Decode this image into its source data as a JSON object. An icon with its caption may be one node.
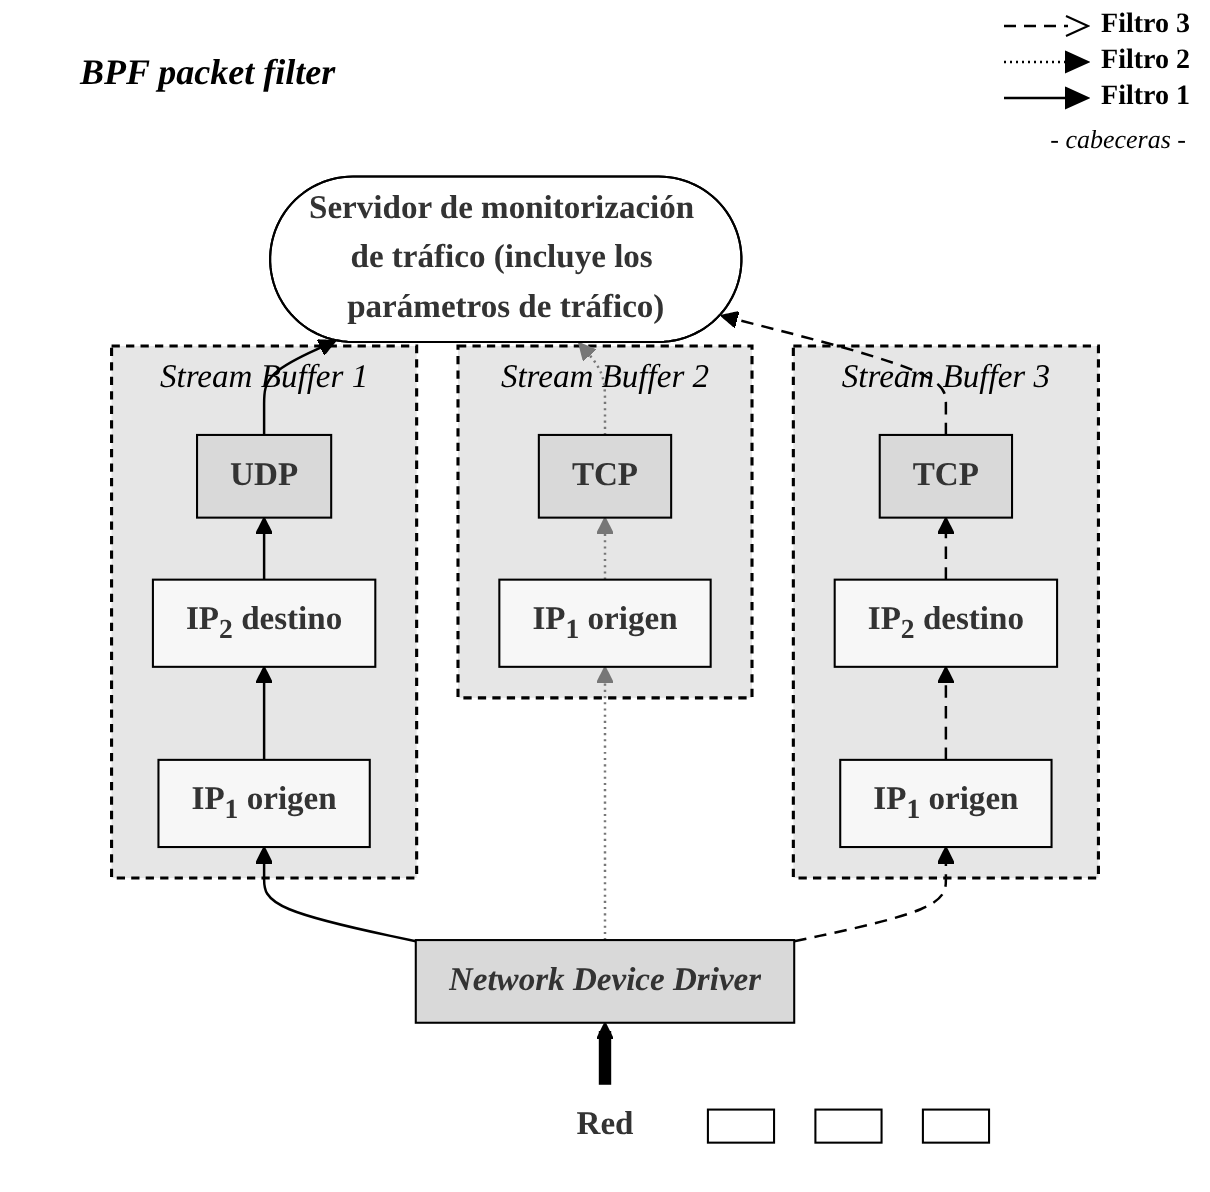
{
  "diagram": {
    "title": "BPF packet filter",
    "nodes": [
      {
        "text": [
          "Servidor de monitorización de tráfico (incluye los parámetros de tráfico)"
        ]
      },
      {
        "text": [
          "Stream Buffer 1"
        ]
      },
      {
        "text": [
          "UDP"
        ],
        "in": 1
      },
      {
        "text": [
          "IP$_{2}$ destino"
        ],
        "in": 1
      },
      {
        "text": [
          "IP$_{1}$ origen"
        ],
        "in": 1
      },
      {
        "text": [
          "Stream Buffer 2"
        ]
      },
      {
        "text": [
          "TCP"
        ],
        "in": 5
      },
      {
        "text": [
          "IP$_{1}$ origen"
        ],
        "in": 5
      },
      {
        "text": [
          "Stream Buffer 3"
        ]
      },
      {
        "text": [
          "TCP"
        ],
        "in": 8
      },
      {
        "text": [
          "IP$_{2}$ destino"
        ],
        "in": 8
      },
      {
        "text": [
          "IP$_{1}$ origen"
        ],
        "in": 8
      },
      {
        "text": [
          "Network Device Driver"
        ]
      },
      {
        "text": [
          "Red"
        ]
      },
      {
        "text": [],
        "shape": "box"
      },
      {
        "text": [],
        "shape": "box"
      },
      {
        "text": [],
        "shape": "box"
      }
    ],
    "edges": [
      {
        "from": 12,
        "to": 4,
        "arrow": "to"
      },
      {
        "from": 4,
        "to": 3,
        "arrow": "to"
      },
      {
        "from": 3,
        "to": 2,
        "arrow": "to"
      },
      {
        "from": 2,
        "to": 0,
        "arrow": "to"
      },
      {
        "from": 12,
        "to": 7,
        "arrow": "to",
        "style": "dashed",
        "color": "#777777"
      },
      {
        "from": 7,
        "to": 6,
        "arrow": "to",
        "style": "dashed",
        "color": "#777777"
      },
      {
        "from": 6,
        "to": 0,
        "arrow": "to",
        "style": "dashed",
        "color": "#777777"
      },
      {
        "from": 12,
        "to": 11,
        "arrow": "to",
        "style": "dashed"
      },
      {
        "from": 11,
        "to": 10,
        "arrow": "to",
        "style": "dashed"
      },
      {
        "from": 10,
        "to": 9,
        "arrow": "to",
        "style": "dashed"
      },
      {
        "from": 9,
        "to": 0,
        "arrow": "to",
        "style": "dashed"
      },
      {
        "from": 13,
        "to": 12,
        "arrow": "to",
        "style": "thick"
      }
    ],
    "labels": [
      "- cabeceras -"
    ],
    "legend": [
      {
        "text": "Filtro 3"
      },
      {
        "text": "Filtro 2"
      },
      {
        "text": "Filtro 1"
      }
    ]
  }
}
